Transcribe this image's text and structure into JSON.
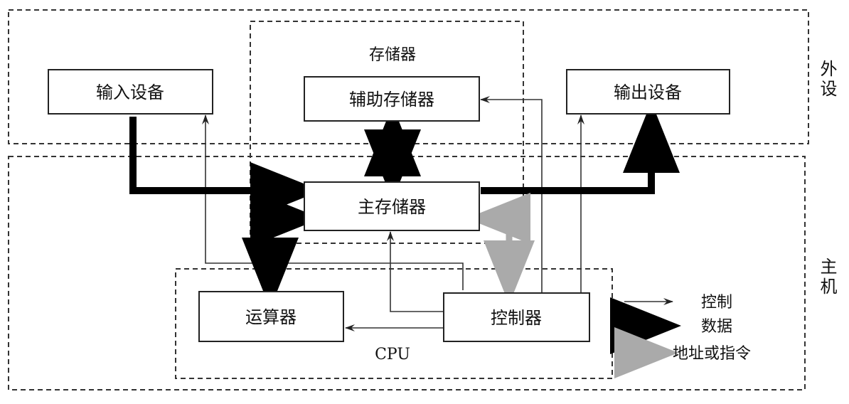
{
  "regions": {
    "peripheral_label": "外设",
    "host_label": "主机",
    "storage_group_label": "存储器",
    "cpu_label": "CPU"
  },
  "blocks": {
    "input_device": "输入设备",
    "auxiliary_storage": "辅助存储器",
    "output_device": "输出设备",
    "main_memory": "主存储器",
    "alu": "运算器",
    "controller": "控制器"
  },
  "legend": [
    {
      "style": "thin-arrow",
      "label": "控制",
      "color": "#333333"
    },
    {
      "style": "thick-arrow",
      "label": "数据",
      "color": "#000000"
    },
    {
      "style": "gray-arrow",
      "label": "地址或指令",
      "color": "#aaaaaa"
    }
  ]
}
